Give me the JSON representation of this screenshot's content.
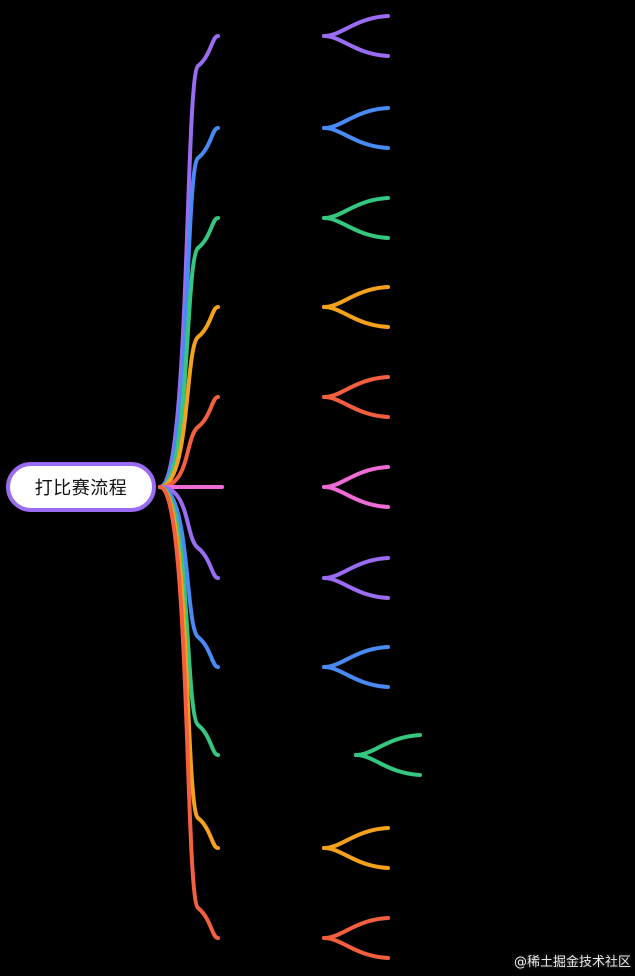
{
  "diagram": {
    "type": "mindmap",
    "root": {
      "label": "打比赛流程",
      "border_color": "#9a6cf2",
      "fill_color": "#ffffff"
    },
    "branches": [
      {
        "index": 1,
        "color": "#9a6cf2",
        "label": ""
      },
      {
        "index": 2,
        "color": "#4a8af4",
        "label": ""
      },
      {
        "index": 3,
        "color": "#35c77f",
        "label": ""
      },
      {
        "index": 4,
        "color": "#f5a11c",
        "label": ""
      },
      {
        "index": 5,
        "color": "#f4603f",
        "label": ""
      },
      {
        "index": 6,
        "color": "#ef6bd6",
        "label": ""
      },
      {
        "index": 7,
        "color": "#9a6cf2",
        "label": ""
      },
      {
        "index": 8,
        "color": "#4a8af4",
        "label": ""
      },
      {
        "index": 9,
        "color": "#35c77f",
        "label": ""
      },
      {
        "index": 10,
        "color": "#f5a11c",
        "label": ""
      },
      {
        "index": 11,
        "color": "#f4603f",
        "label": ""
      }
    ]
  },
  "watermark": "@稀土掘金技术社区"
}
